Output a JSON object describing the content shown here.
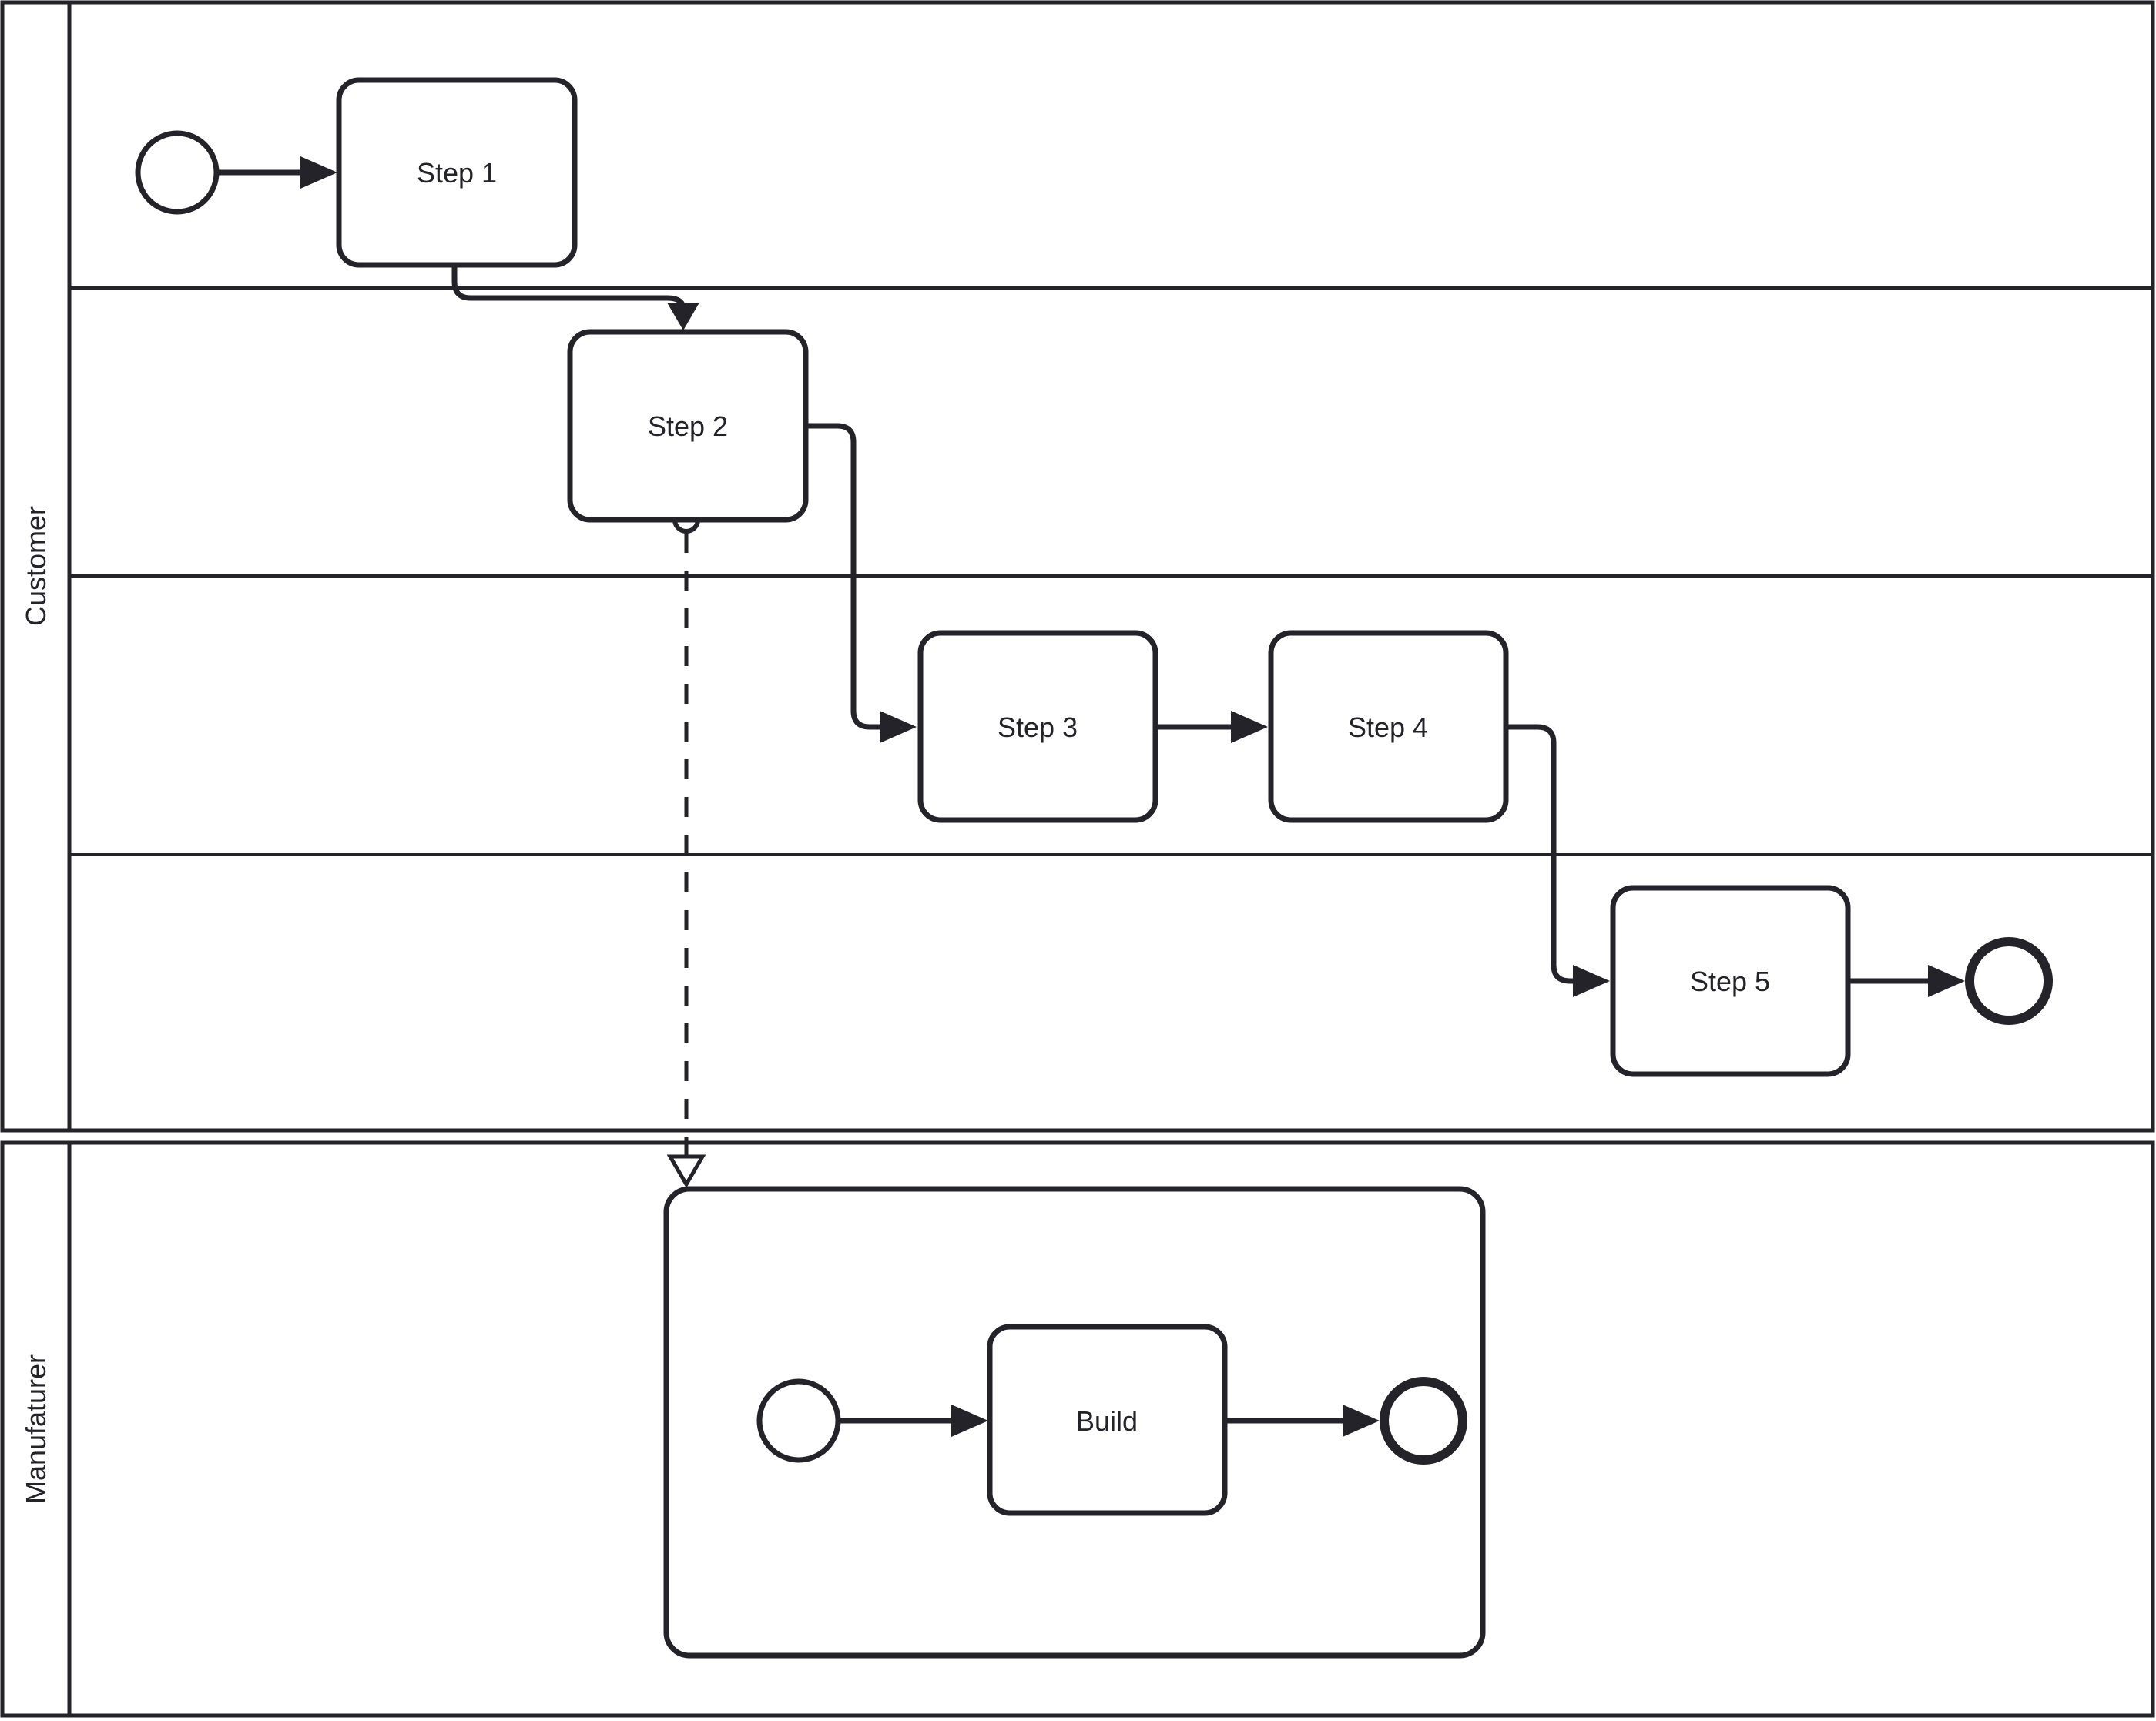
{
  "diagram": {
    "kind": "bpmn-swimlane-flowchart",
    "colors": {
      "stroke": "#232329",
      "fill": "#ffffff",
      "background": "#ffffff"
    },
    "pools": {
      "customer": {
        "label": "Customer",
        "lane_count": 4
      },
      "manufacturer": {
        "label": "Manufaturer",
        "lane_count": 1
      }
    },
    "tasks": {
      "step1": "Step 1",
      "step2": "Step 2",
      "step3": "Step 3",
      "step4": "Step 4",
      "step5": "Step 5",
      "build": "Build"
    },
    "events": {
      "customer_start": "start-event",
      "customer_end": "end-event",
      "manufacturer_start": "start-event",
      "manufacturer_end": "end-event"
    },
    "edges": [
      {
        "from": "customer-start-event",
        "to": "Step 1",
        "type": "sequence"
      },
      {
        "from": "Step 1",
        "to": "Step 2",
        "type": "sequence"
      },
      {
        "from": "Step 2",
        "to": "Step 3",
        "type": "sequence"
      },
      {
        "from": "Step 3",
        "to": "Step 4",
        "type": "sequence"
      },
      {
        "from": "Step 4",
        "to": "Step 5",
        "type": "sequence"
      },
      {
        "from": "Step 5",
        "to": "customer-end-event",
        "type": "sequence"
      },
      {
        "from": "Step 2",
        "to": "manufacturer-subprocess",
        "type": "message-dashed"
      },
      {
        "from": "manufacturer-start-event",
        "to": "Build",
        "type": "sequence"
      },
      {
        "from": "Build",
        "to": "manufacturer-end-event",
        "type": "sequence"
      }
    ]
  }
}
